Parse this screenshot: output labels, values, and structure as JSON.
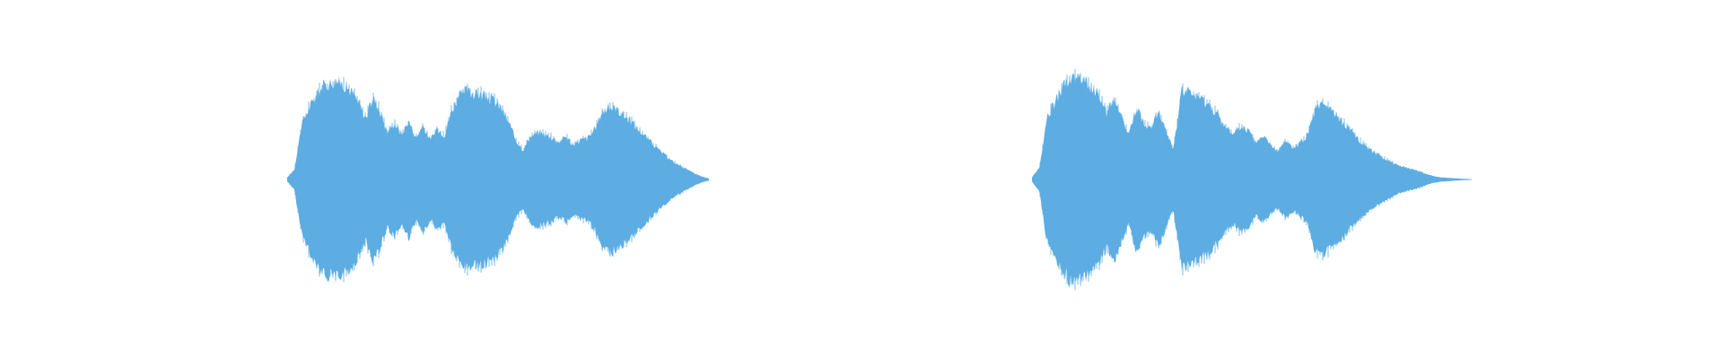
{
  "waveforms": [
    {
      "color": "#5DADE2",
      "envelope": [
        0.02,
        0.1,
        0.55,
        0.72,
        0.85,
        0.95,
        0.98,
        1.0,
        0.96,
        0.9,
        0.78,
        0.62,
        0.84,
        0.7,
        0.48,
        0.58,
        0.46,
        0.6,
        0.42,
        0.55,
        0.4,
        0.52,
        0.45,
        0.7,
        0.85,
        0.9,
        0.88,
        0.87,
        0.84,
        0.8,
        0.72,
        0.58,
        0.4,
        0.3,
        0.44,
        0.48,
        0.46,
        0.43,
        0.38,
        0.44,
        0.35,
        0.4,
        0.42,
        0.5,
        0.68,
        0.74,
        0.72,
        0.66,
        0.6,
        0.52,
        0.45,
        0.38,
        0.3,
        0.24,
        0.18,
        0.14,
        0.1,
        0.06,
        0.03,
        0.01
      ]
    },
    {
      "color": "#5DADE2",
      "envelope": [
        0.02,
        0.12,
        0.6,
        0.75,
        0.88,
        0.98,
        1.0,
        0.96,
        0.9,
        0.82,
        0.66,
        0.78,
        0.62,
        0.44,
        0.7,
        0.56,
        0.5,
        0.66,
        0.46,
        0.3,
        0.86,
        0.84,
        0.8,
        0.76,
        0.7,
        0.62,
        0.5,
        0.44,
        0.52,
        0.48,
        0.36,
        0.42,
        0.34,
        0.28,
        0.38,
        0.3,
        0.36,
        0.44,
        0.7,
        0.72,
        0.68,
        0.62,
        0.54,
        0.46,
        0.38,
        0.32,
        0.26,
        0.22,
        0.18,
        0.14,
        0.12,
        0.1,
        0.08,
        0.05,
        0.03,
        0.02,
        0.015,
        0.01,
        0.006,
        0.003
      ]
    }
  ]
}
